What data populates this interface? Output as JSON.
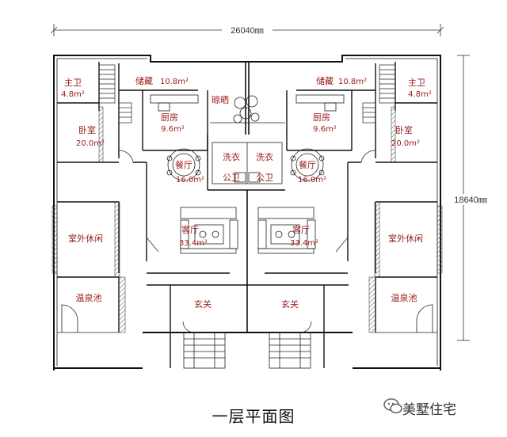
{
  "dimensions": {
    "width": "26040㎜",
    "height": "18640㎜"
  },
  "rooms": {
    "master_bath": "主卫",
    "master_bath_area": "4.8m²",
    "storage": "储藏",
    "storage_area": "10.8m²",
    "drying": "晾晒",
    "kitchen": "厨房",
    "kitchen_area": "9.6m²",
    "bedroom": "卧室",
    "bedroom_area": "20.0m²",
    "dining": "餐厅",
    "dining_area": "16.0m²",
    "laundry": "洗衣",
    "public": "公卫",
    "living": "客厅",
    "living_area": "33.4m²",
    "outdoor_lounge": "室外休闲",
    "hot_spring": "温泉池",
    "foyer": "玄关"
  },
  "caption": "一层平面图",
  "brand": "美墅住宅"
}
